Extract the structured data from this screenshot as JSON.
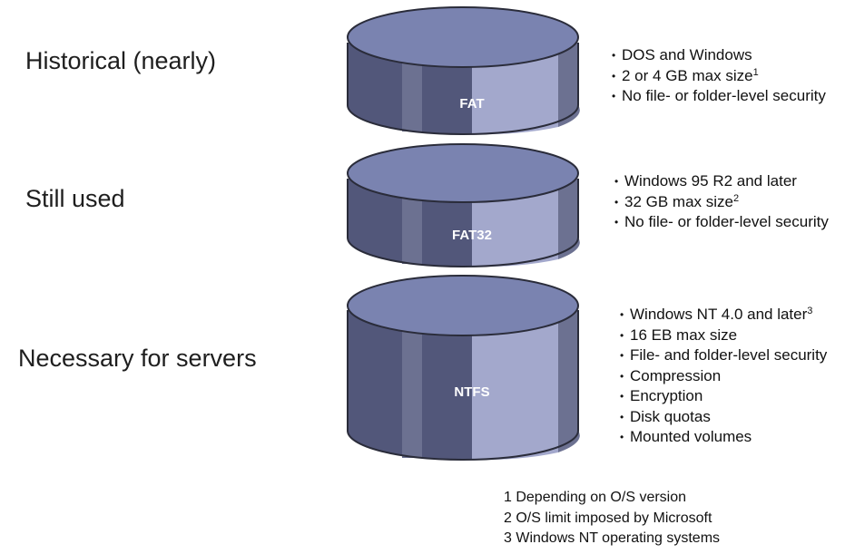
{
  "rows": [
    {
      "era": "Historical (nearly)",
      "fs": "FAT",
      "bullets": [
        {
          "text": "DOS and Windows",
          "sup": ""
        },
        {
          "text": "2 or 4 GB max size",
          "sup": "1"
        },
        {
          "text": "No file- or folder-level security",
          "sup": ""
        }
      ]
    },
    {
      "era": "Still used",
      "fs": "FAT32",
      "bullets": [
        {
          "text": "Windows 95 R2 and later",
          "sup": ""
        },
        {
          "text": "32 GB max size",
          "sup": "2"
        },
        {
          "text": "No file- or folder-level security",
          "sup": ""
        }
      ]
    },
    {
      "era": "Necessary for servers",
      "fs": "NTFS",
      "bullets": [
        {
          "text": "Windows NT 4.0 and later",
          "sup": "3"
        },
        {
          "text": "16 EB max size",
          "sup": ""
        },
        {
          "text": "File- and folder-level security",
          "sup": ""
        },
        {
          "text": "Compression",
          "sup": ""
        },
        {
          "text": "Encryption",
          "sup": ""
        },
        {
          "text": "Disk quotas",
          "sup": ""
        },
        {
          "text": "Mounted volumes",
          "sup": ""
        }
      ]
    }
  ],
  "footnotes": [
    "1 Depending on O/S version",
    "2 O/S limit imposed by Microsoft",
    "3 Windows NT operating systems"
  ],
  "colors": {
    "disk_top": "#7a83b0",
    "disk_dark": "#52577a",
    "disk_mid": "#6c7191",
    "disk_light": "#a3a8cc",
    "disk_outline": "#2a2c3a",
    "disk_label": "#ffffff"
  }
}
